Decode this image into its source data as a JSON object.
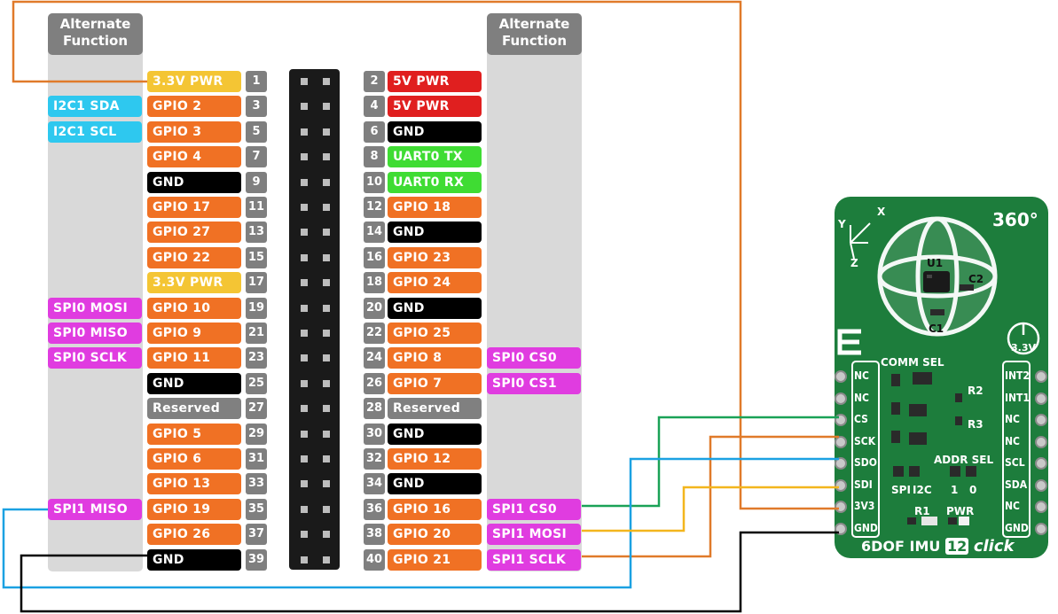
{
  "headers": {
    "left_alt": "Alternate Function",
    "right_alt": "Alternate Function"
  },
  "colors": {
    "power_3v3": "#f4c534",
    "power_5v": "#e01f1f",
    "gpio": "#f07124",
    "gnd": "#000000",
    "uart": "#3fdc33",
    "reserved": "#808080",
    "i2c": "#2ec8ef",
    "spi": "#e03ce0",
    "wire_cs": "#1aa257",
    "wire_sck": "#e07a2a",
    "wire_sdo": "#1ba1e2",
    "wire_sdi": "#f3b61d",
    "wire_3v3": "#e07a2a",
    "wire_gnd": "#000000",
    "board": "#1d7d3c"
  },
  "left_pins": [
    {
      "num": "1",
      "fn": "3.3V PWR",
      "type": "power_3v3",
      "alt": ""
    },
    {
      "num": "3",
      "fn": "GPIO 2",
      "type": "gpio",
      "alt": "I2C1 SDA",
      "alt_type": "i2c"
    },
    {
      "num": "5",
      "fn": "GPIO 3",
      "type": "gpio",
      "alt": "I2C1 SCL",
      "alt_type": "i2c"
    },
    {
      "num": "7",
      "fn": "GPIO 4",
      "type": "gpio",
      "alt": ""
    },
    {
      "num": "9",
      "fn": "GND",
      "type": "gnd",
      "alt": ""
    },
    {
      "num": "11",
      "fn": "GPIO 17",
      "type": "gpio",
      "alt": ""
    },
    {
      "num": "13",
      "fn": "GPIO 27",
      "type": "gpio",
      "alt": ""
    },
    {
      "num": "15",
      "fn": "GPIO 22",
      "type": "gpio",
      "alt": ""
    },
    {
      "num": "17",
      "fn": "3.3V PWR",
      "type": "power_3v3",
      "alt": ""
    },
    {
      "num": "19",
      "fn": "GPIO 10",
      "type": "gpio",
      "alt": "SPI0 MOSI",
      "alt_type": "spi"
    },
    {
      "num": "21",
      "fn": "GPIO 9",
      "type": "gpio",
      "alt": "SPI0 MISO",
      "alt_type": "spi"
    },
    {
      "num": "23",
      "fn": "GPIO 11",
      "type": "gpio",
      "alt": "SPI0 SCLK",
      "alt_type": "spi"
    },
    {
      "num": "25",
      "fn": "GND",
      "type": "gnd",
      "alt": ""
    },
    {
      "num": "27",
      "fn": "Reserved",
      "type": "reserved",
      "alt": ""
    },
    {
      "num": "29",
      "fn": "GPIO 5",
      "type": "gpio",
      "alt": ""
    },
    {
      "num": "31",
      "fn": "GPIO 6",
      "type": "gpio",
      "alt": ""
    },
    {
      "num": "33",
      "fn": "GPIO 13",
      "type": "gpio",
      "alt": ""
    },
    {
      "num": "35",
      "fn": "GPIO 19",
      "type": "gpio",
      "alt": "SPI1 MISO",
      "alt_type": "spi"
    },
    {
      "num": "37",
      "fn": "GPIO 26",
      "type": "gpio",
      "alt": ""
    },
    {
      "num": "39",
      "fn": "GND",
      "type": "gnd",
      "alt": ""
    }
  ],
  "right_pins": [
    {
      "num": "2",
      "fn": "5V PWR",
      "type": "power_5v",
      "alt": ""
    },
    {
      "num": "4",
      "fn": "5V PWR",
      "type": "power_5v",
      "alt": ""
    },
    {
      "num": "6",
      "fn": "GND",
      "type": "gnd",
      "alt": ""
    },
    {
      "num": "8",
      "fn": "UART0 TX",
      "type": "uart",
      "alt": ""
    },
    {
      "num": "10",
      "fn": "UART0 RX",
      "type": "uart",
      "alt": ""
    },
    {
      "num": "12",
      "fn": "GPIO 18",
      "type": "gpio",
      "alt": ""
    },
    {
      "num": "14",
      "fn": "GND",
      "type": "gnd",
      "alt": ""
    },
    {
      "num": "16",
      "fn": "GPIO 23",
      "type": "gpio",
      "alt": ""
    },
    {
      "num": "18",
      "fn": "GPIO 24",
      "type": "gpio",
      "alt": ""
    },
    {
      "num": "20",
      "fn": "GND",
      "type": "gnd",
      "alt": ""
    },
    {
      "num": "22",
      "fn": "GPIO 25",
      "type": "gpio",
      "alt": ""
    },
    {
      "num": "24",
      "fn": "GPIO 8",
      "type": "gpio",
      "alt": "SPI0 CS0",
      "alt_type": "spi"
    },
    {
      "num": "26",
      "fn": "GPIO 7",
      "type": "gpio",
      "alt": "SPI0 CS1",
      "alt_type": "spi"
    },
    {
      "num": "28",
      "fn": "Reserved",
      "type": "reserved",
      "alt": ""
    },
    {
      "num": "30",
      "fn": "GND",
      "type": "gnd",
      "alt": ""
    },
    {
      "num": "32",
      "fn": "GPIO 12",
      "type": "gpio",
      "alt": ""
    },
    {
      "num": "34",
      "fn": "GND",
      "type": "gnd",
      "alt": ""
    },
    {
      "num": "36",
      "fn": "GPIO 16",
      "type": "gpio",
      "alt": "SPI1 CS0",
      "alt_type": "spi"
    },
    {
      "num": "38",
      "fn": "GPIO 20",
      "type": "gpio",
      "alt": "SPI1 MOSI",
      "alt_type": "spi"
    },
    {
      "num": "40",
      "fn": "GPIO 21",
      "type": "gpio",
      "alt": "SPI1 SCLK",
      "alt_type": "spi"
    }
  ],
  "board": {
    "title": "6DOF IMU",
    "number": "12",
    "suffix": "click",
    "badge_360": "360°",
    "voltage": "3.3V",
    "axis_x": "X",
    "axis_y": "Y",
    "axis_z": "Z",
    "u1": "U1",
    "c1": "C1",
    "c2": "C2",
    "r1": "R1",
    "r2": "R2",
    "r3": "R3",
    "comm_sel": "COMM SEL",
    "addr_sel": "ADDR SEL",
    "spi": "SPI",
    "i2c": "I2C",
    "one": "1",
    "zero": "0",
    "pwr": "PWR",
    "left_pins": [
      "NC",
      "NC",
      "CS",
      "SCK",
      "SDO",
      "SDI",
      "3V3",
      "GND"
    ],
    "right_pins": [
      "INT2",
      "INT1",
      "NC",
      "NC",
      "SCL",
      "SDA",
      "NC",
      "GND"
    ]
  },
  "connections": [
    {
      "from": "SPI1 CS0",
      "to": "CS",
      "wire": "wire_cs"
    },
    {
      "from": "SPI1 SCLK",
      "to": "SCK",
      "wire": "wire_sck"
    },
    {
      "from": "SPI1 MISO",
      "to": "SDO",
      "wire": "wire_sdo"
    },
    {
      "from": "SPI1 MOSI",
      "to": "SDI",
      "wire": "wire_sdi"
    },
    {
      "from": "3.3V PWR",
      "to": "3V3",
      "wire": "wire_3v3"
    },
    {
      "from": "GND",
      "to": "GND",
      "wire": "wire_gnd"
    }
  ]
}
